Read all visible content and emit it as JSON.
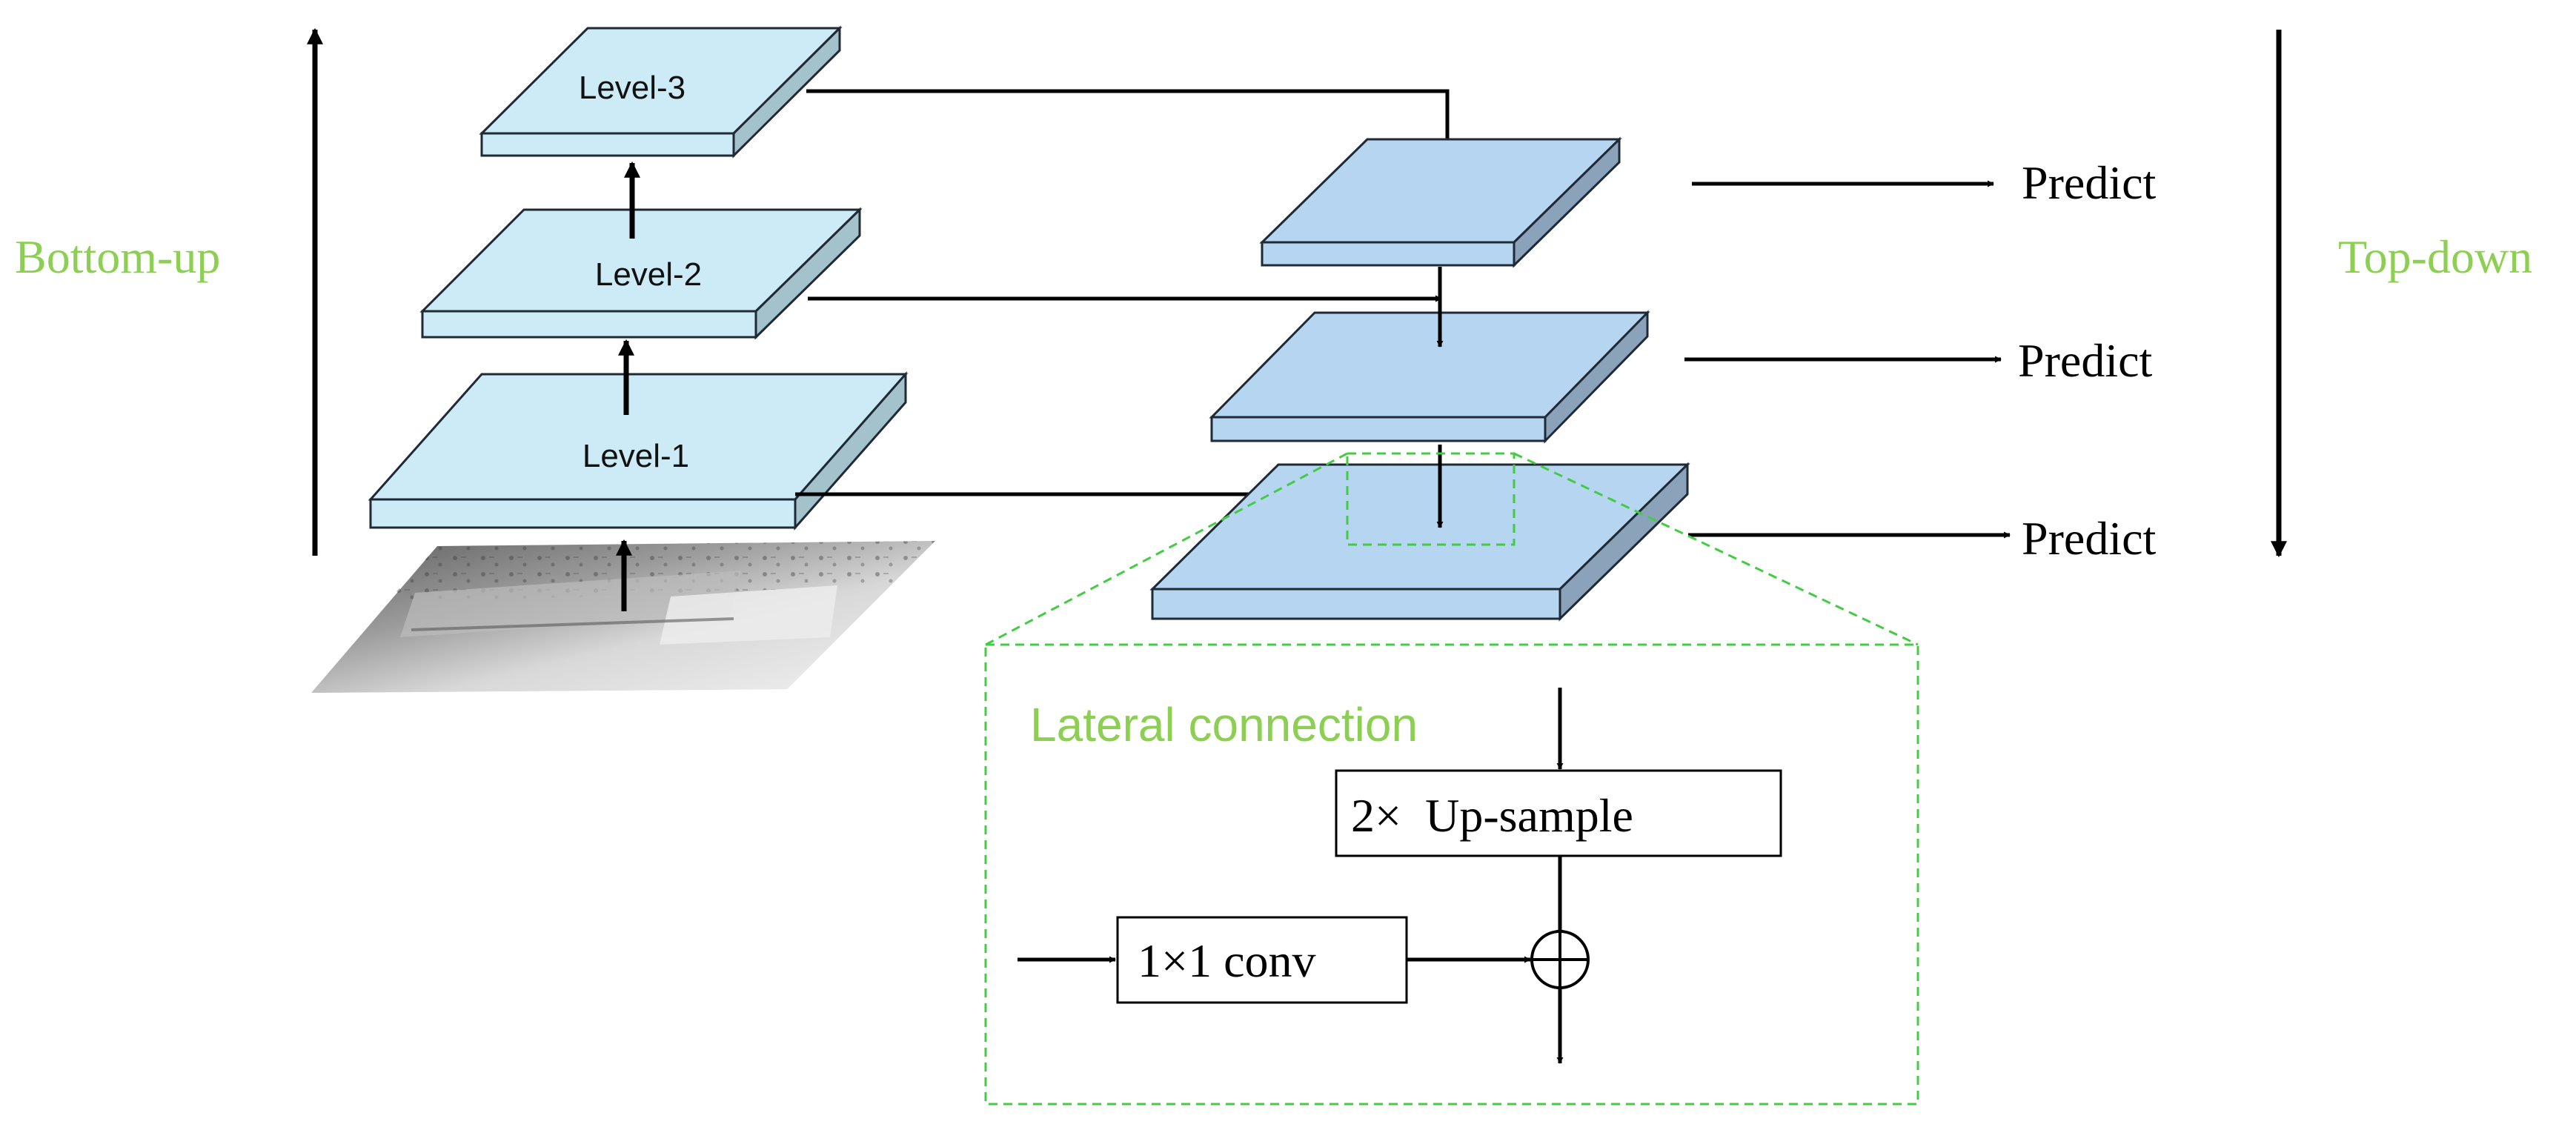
{
  "labels": {
    "bottom_up": "Bottom-up",
    "top_down": "Top-down",
    "level_1": "Level-1",
    "level_2": "Level-2",
    "level_3": "Level-3",
    "predict_top": "Predict",
    "predict_mid": "Predict",
    "predict_bottom": "Predict",
    "lateral_connection": "Lateral connection",
    "upsample": "2×  Up-sample",
    "conv": "1×1 conv"
  },
  "colors": {
    "annotation_green": "#8ccf52",
    "dashed_green": "#43cc43",
    "bottom_up_top_face": "#cdebf6",
    "bottom_up_side_face": "#a3c2cc",
    "top_down_top_face": "#b6d5f1",
    "top_down_side_face": "#8aa3bb",
    "stroke": "#1f2a36"
  }
}
